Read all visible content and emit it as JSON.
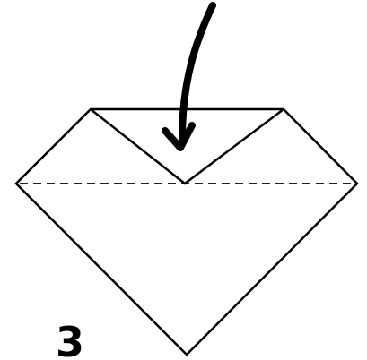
{
  "diagram": {
    "step_number": "3",
    "colors": {
      "stroke": "#000000",
      "paper": "#ffffff"
    },
    "elements": [
      "paper-outline",
      "folded-flap",
      "fold-line-dashed",
      "curved-arrow-down"
    ]
  }
}
